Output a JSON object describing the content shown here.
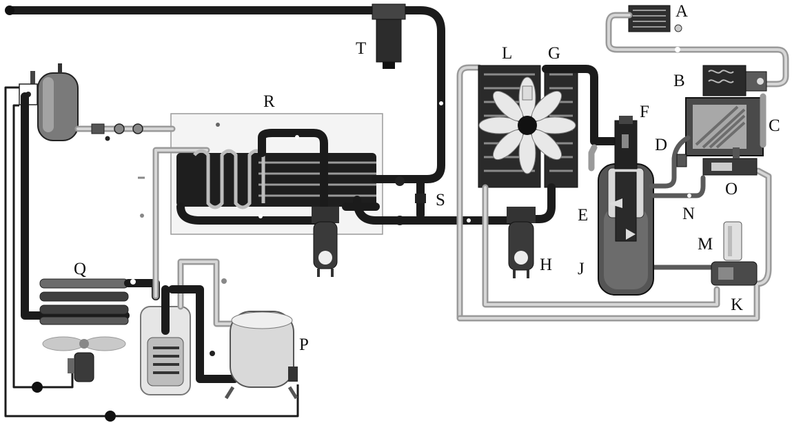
{
  "labels": {
    "A": "A",
    "B": "B",
    "C": "C",
    "D": "D",
    "E": "E",
    "F": "F",
    "G": "G",
    "H": "H",
    "J": "J",
    "K": "K",
    "L": "L",
    "M": "M",
    "N": "N",
    "O": "O",
    "P": "P",
    "Q": "Q",
    "R": "R",
    "S": "S",
    "T": "T"
  }
}
